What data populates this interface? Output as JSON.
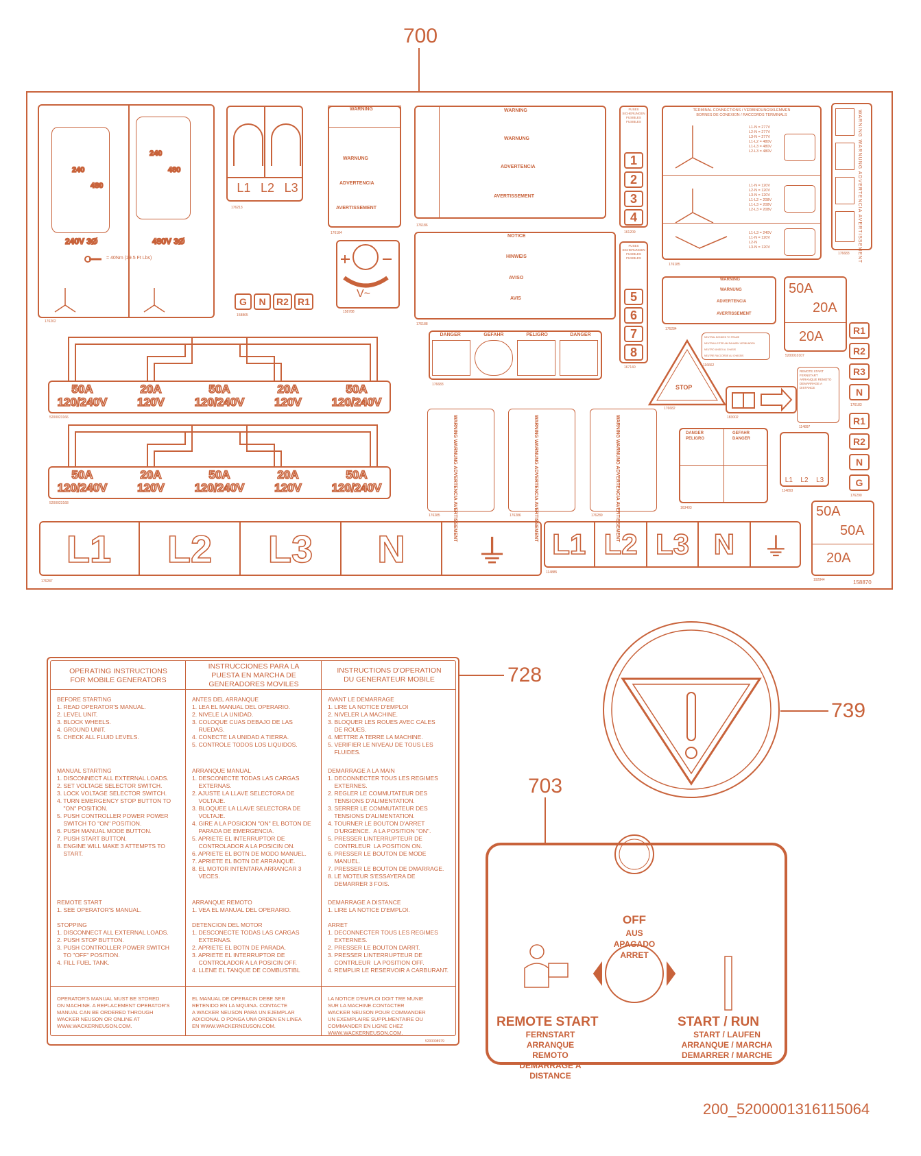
{
  "callouts": {
    "c700": "700",
    "c728": "728",
    "c739": "739",
    "c703": "703",
    "footer_ref": "200_5200001316115064"
  },
  "sheet": {
    "sheet_ref": "158870",
    "terminal_board": {
      "ref": "176202",
      "left_label": "240V  3Ø",
      "right_label": "480V  3Ø",
      "left_v1": "240",
      "left_v2": "480",
      "right_v1": "240",
      "right_v2": "480",
      "torque": "= 40Nm (29.5 Ft Lbs)"
    },
    "switch_decal": {
      "ref": "176213",
      "labels": [
        "L1",
        "L2",
        "L3"
      ]
    },
    "warning_small": {
      "ref": "176184",
      "headings": [
        "WARNING",
        "WARNUNG",
        "ADVERTENCIA",
        "AVERTISSEMENT"
      ]
    },
    "warning_large": {
      "ref": "176186",
      "headings": [
        "WARNING",
        "WARNUNG",
        "ADVERTENCIA",
        "AVERTISSEMENT"
      ]
    },
    "fuses1": {
      "header": "FUSES\nSICHERUNGEN\nFUSIBLES\nFUSIBLES",
      "numbers": [
        "1",
        "2",
        "3",
        "4"
      ],
      "ref": "161209"
    },
    "fuses2": {
      "header": "FUSES\nSICHERUNGEN\nFUSIBLES\nFUSIBLES",
      "numbers": [
        "5",
        "6",
        "7",
        "8"
      ],
      "ref": "167140"
    },
    "terminal_connections": {
      "title": "TERMINAL CONNECTIONS / VERBINDUNGSKLEMMEN\nBORNES DE CONEXION / RACCORDS TERMINALS",
      "ref": "176185",
      "block1": "L1-N = 277V\nL2-N = 277V\nL3-N = 277V\nL1-L2 = 480V\nL1-L3 = 480V\nL2-L3 = 480V",
      "block2": "L1-N = 120V\nL2-N = 120V\nL3-N = 120V\nL1-L2 = 208V\nL1-L3 = 208V\nL2-L3 = 208V",
      "block3": "L1-L3 = 240V\nL1-N = 120V\nL2-N\nL3-N = 120V"
    },
    "vertical_warning": {
      "ref": "176683",
      "text": "WARNING   WARNUNG   ADVERTENCIA   AVERTISSEMENT"
    },
    "voltage_knob": {
      "ref": "158788",
      "plus": "+",
      "minus": "−",
      "v_label": "V~"
    },
    "relay_strip": {
      "labels": [
        "G",
        "N",
        "R2",
        "R1"
      ],
      "ref": "158865"
    },
    "notice": {
      "ref": "176188",
      "headings": [
        "NOTICE",
        "HINWEIS",
        "AVISO",
        "AVIS"
      ]
    },
    "small_warning2": {
      "ref": "176284",
      "headings": [
        "WARNING",
        "WARNUNG",
        "ADVERTENCIA",
        "AVERTISSEMENT"
      ]
    },
    "amp_decal1": {
      "values": [
        "50A",
        "20A",
        "20A"
      ],
      "ref": "5200010107"
    },
    "amp_decal2": {
      "values": [
        "50A",
        "50A",
        "20A"
      ],
      "ref": "192844"
    },
    "relay_column1": {
      "labels": [
        "R1",
        "R2",
        "R3",
        "N"
      ],
      "ref": "176183"
    },
    "relay_column2": {
      "labels": [
        "R1",
        "R2",
        "N",
        "G"
      ],
      "ref": "176290"
    },
    "outlet_strip1": {
      "ref": "5200023166",
      "labels": [
        "50A\n120/240V",
        "20A\n120V",
        "50A\n120/240V",
        "20A\n120V",
        "50A\n120/240V"
      ]
    },
    "outlet_strip2": {
      "ref": "5200023168",
      "labels": [
        "50A\n120/240V",
        "20A\n120V",
        "50A\n120/240V",
        "20A\n120V",
        "50A\n120/240V"
      ]
    },
    "danger_row": {
      "ref": "176683",
      "headings": [
        "DANGER",
        "GEFAHR",
        "PELIGRO",
        "DANGER"
      ]
    },
    "stop_triangle": {
      "label": "STOP",
      "ref": "176682"
    },
    "neutral_label": {
      "ref": "116662",
      "lines": [
        "NEUTRAL BONDED TO FRAME",
        "NEUTRALLEITER AM RAHMEN VERBUNDEN",
        "NEUTRO UNIDO AL CHASIS",
        "NEUTRE RACCORDE AU CHASSIS"
      ]
    },
    "manual_arrow": {
      "ref": "183002"
    },
    "remote_start_small": {
      "text": "REMOTE START\nFERNSTART\nARRANQUE REMOTO\nDEMARRAGE A\nDISTANCE",
      "ref": "114897"
    },
    "vertical_decals": [
      {
        "ref": "176285",
        "text": "WARNING   WARNUNG   ADVERTENCIA   AVERTISSEMENT"
      },
      {
        "ref": "176286",
        "text": "WARNING   WARNUNG   ADVERTENCIA   AVERTISSEMENT"
      },
      {
        "ref": "176289",
        "text": "WARNING   WARNUNG   ADVERTENCIA   AVERTISSEMENT"
      }
    ],
    "danger_quad": {
      "ref": "163403",
      "headings": [
        "DANGER",
        "GEFAHR",
        "PELIGRO",
        "DANGER"
      ]
    },
    "switch_small": {
      "labels": [
        "L1",
        "L2",
        "L3"
      ],
      "ref": "114893"
    },
    "line_strip_large": {
      "labels": [
        "L1",
        "L2",
        "L3",
        "N",
        "⏚"
      ],
      "ref": "176287"
    },
    "line_strip_small": {
      "labels": [
        "L1",
        "L2",
        "L3",
        "N",
        "⏚"
      ],
      "ref": "114885"
    }
  },
  "instructions": {
    "ref": "5200008979",
    "columns": [
      {
        "head": "OPERATING INSTRUCTIONS\nFOR MOBILE GENERATORS",
        "s1": "BEFORE STARTING\n1. READ OPERATOR'S MANUAL.\n2. LEVEL UNIT.\n3. BLOCK WHEELS.\n4. GROUND UNIT.\n5. CHECK ALL FLUID LEVELS.",
        "s2": "MANUAL STARTING\n1. DISCONNECT ALL EXTERNAL LOADS.\n2. SET VOLTAGE SELECTOR SWITCH.\n3. LOCK VOLTAGE SELECTOR SWITCH.\n4. TURN EMERGENCY STOP BUTTON TO\n    \"ON\" POSITION.\n5. PUSH CONTROLLER POWER POWER\n    SWITCH TO \"ON\" POSITION.\n6. PUSH MANUAL MODE BUTTON.\n7. PUSH START BUTTON.\n8. ENGINE WILL MAKE 3 ATTEMPTS TO\n    START.",
        "s3": "REMOTE START\n1. SEE OPERATOR'S MANUAL.\n\nSTOPPING\n1. DISCONNECT ALL EXTERNAL LOADS.\n2. PUSH STOP BUTTON.\n3. PUSH CONTROLLER POWER SWITCH\n    TO \"OFF\" POSITION.\n4. FILL FUEL TANK.",
        "foot": "OPERATOR'S MANUAL MUST BE STORED\nON MACHINE. A REPLACEMENT OPERATOR'S\nMANUAL CAN BE ORDERED THROUGH\nWACKER NEUSON OR ONLINE AT\nWWW.WACKERNEUSON.COM."
      },
      {
        "head": "INSTRUCCIONES PARA LA\nPUESTA EN MARCHA DE\nGENERADORES MOVILES",
        "s1": "ANTES DEL ARRANQUE\n1. LEA EL MANUAL DEL OPERARIO.\n2. NIVELE LA UNIDAD.\n3. COLOQUE CUAS DEBAJO DE LAS\n    RUEDAS.\n4. CONECTE LA UNIDAD A TIERRA.\n5. CONTROLE TODOS LOS LIQUIDOS.",
        "s2": "ARRANQUE MANUAL\n1. DESCONECTE TODAS LAS CARGAS\n    EXTERNAS.\n2. AJUSTE LA LLAVE SELECTORA DE\n    VOLTAJE.\n3. BLOQUEE LA LLAVE SELECTORA DE\n    VOLTAJE.\n4. GIRE A LA POSICION \"ON\" EL BOTON DE\n    PARADA DE EMERGENCIA.\n5. APRIETE EL INTERRUPTOR DE\n    CONTROLADOR A LA POSICIN ON.\n6. APRIETE EL BOTN DE MODO MANUEL.\n7. APRIETE EL BOTN DE ARRANQUE.\n8. EL MOTOR INTENTARA ARRANCAR 3\n    VECES.",
        "s3": "ARRANQUE REMOTO\n1. VEA EL MANUAL DEL OPERARIO.\n\nDETENCION DEL MOTOR\n1. DESCONECTE TODAS LAS CARGAS\n    EXTERNAS.\n2. APRIETE EL BOTN DE PARADA.\n3. APRIETE EL INTERRUPTOR DE\n    CONTROLADOR A LA POSICIN OFF.\n4. LLENE EL TANQUE DE COMBUSTIBL",
        "foot": "EL MANUAL DE OPERACIN DEBE SER\nRETENIDO EN LA MQUINA. CONTACTE\nA WACKER NEUSON PARA UN EJEMPLAR\nADICIONAL O PONGA UNA ORDEN EN LINEA\nEN WWW.WACKERNEUSON.COM."
      },
      {
        "head": "INSTRUCTIONS D'OPERATION\nDU GENERATEUR MOBILE",
        "s1": "AVANT LE DEMARRAGE\n1. LIRE LA NOTICE D'EMPLOI\n2. NIVELER LA MACHINE.\n3. BLOQUER LES ROUES AVEC CALES\n    DE ROUES.\n4. METTRE A TERRE LA MACHINE.\n5. VERIFIER LE NIVEAU DE TOUS LES\n    FLUIDES.",
        "s2": "DEMARRAGE A LA MAIN\n1. DECONNECTER TOUS LES REGIMES\n    EXTERNES.\n2. REGLER LE COMMUTATEUR DES\n    TENSIONS D'ALIMENTATION.\n3. SERRER LE COMMUTATEUR DES\n    TENSIONS D'ALIMENTATION.\n4. TOURNER LE BOUTON D'ARRET\n    D'URGENCE.  A LA POSITION \"ON\".\n5. PRESSER LINTERRUPTEUR DE\n    CONTRLEUR  LA POSITION ON.\n6. PRESSER LE BOUTON DE MODE\n    MANUEL.\n7. PRESSER LE BOUTON DE DMARRAGE.\n8. LE MOTEUR S'ESSAYERA DE\n    DEMARRER 3 FOIS.",
        "s3": "DEMARRAGE A DISTANCE\n1. LIRE LA NOTICE D'EMPLOI.\n\nARRET\n1. DECONNECTER TOUS LES REGIMES\n    EXTERNES.\n2. PRESSER LE BOUTON DARRT.\n3. PRESSER LINTERRUPTEUR DE\n    CONTRLEUR  LA POSITION OFF.\n4. REMPLIR LE RESERVOIR A CARBURANT.",
        "foot": "LA NOTICE D'EMPLOI DOIT TRE MUNIE\nSUR LA MACHINE.CONTACTER\nWACKER NEUSON POUR COMMANDER\nUN EXEMPLAIRE SUPPLMENTAIRE OU\nCOMMANDER EN LIGNE CHEZ\nWWW.WACKERNEUSON.COM."
      }
    ]
  },
  "remote_decal": {
    "off": "OFF",
    "off_sub": "AUS\nAPAGADO\nARRET",
    "remote": "REMOTE START",
    "remote_sub": "FERNSTART\nARRANQUE\nREMOTO\nDEMARRAGE A\nDISTANCE",
    "start": "START / RUN",
    "start_sub": "START / LAUFEN\nARRANQUE / MARCHA\nDEMARRER / MARCHE"
  },
  "colors": {
    "accent": "#c8623a",
    "background": "#ffffff"
  }
}
